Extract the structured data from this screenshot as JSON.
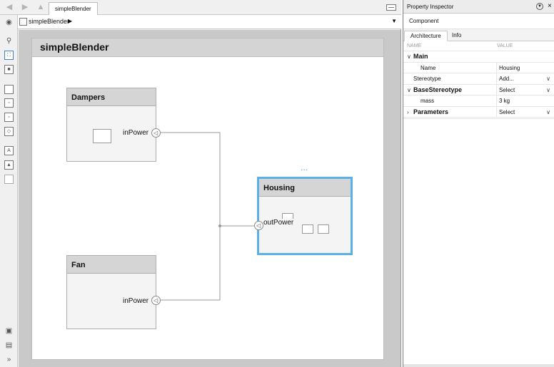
{
  "editor": {
    "tab_label": "simpleBlender",
    "breadcrumb": "simpleBlender",
    "model_title": "simpleBlender",
    "components": [
      {
        "name": "Dampers",
        "port": "inPower"
      },
      {
        "name": "Fan",
        "port": "inPower"
      },
      {
        "name": "Housing",
        "port": "outPower",
        "selected": true
      }
    ],
    "selection_handle": "...",
    "accent_color": "#5db0e6"
  },
  "inspector": {
    "title": "Property Inspector",
    "section": "Component",
    "tabs": [
      "Architecture",
      "Info"
    ],
    "columns": {
      "name": "NAME",
      "value": "VALUE"
    },
    "rows": [
      {
        "label": "Main",
        "bold": true,
        "caret": "expanded",
        "value": ""
      },
      {
        "label": "Name",
        "value": "Housing"
      },
      {
        "label": "Stereotype",
        "value": "Add..."
      },
      {
        "label": "BaseStereotype",
        "bold": true,
        "caret": "expanded",
        "value": "Select"
      },
      {
        "label": "mass",
        "value": "3 kg"
      },
      {
        "label": "Parameters",
        "bold": true,
        "caret": "collapsed",
        "value": "Select"
      }
    ]
  },
  "icons": [
    "back-arrow-icon",
    "forward-arrow-icon",
    "up-arrow-icon",
    "zoom-icon",
    "fit-view-icon",
    "hierarchy-icon"
  ]
}
